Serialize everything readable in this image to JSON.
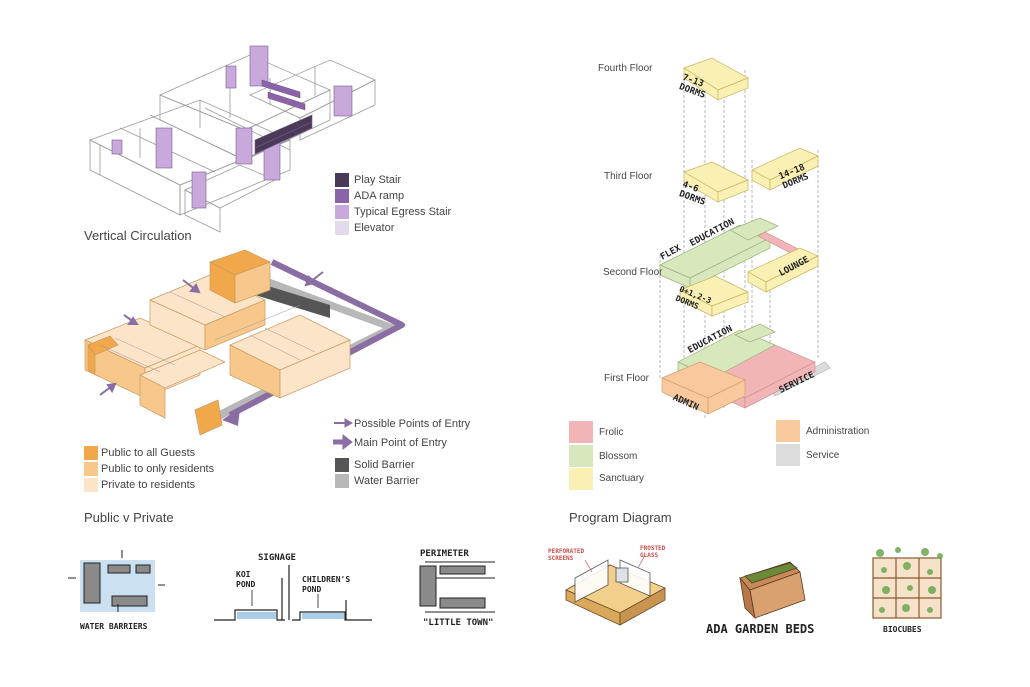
{
  "colors": {
    "play_stair": "#4a3a57",
    "ada_ramp": "#8a63a8",
    "egress_stair": "#c9a8dc",
    "elevator": "#e4daee",
    "public_all": "#f0a84b",
    "public_residents": "#f7c78b",
    "private_residents": "#fbe4c8",
    "entry_arrow": "#8a6ea3",
    "solid_barrier": "#555555",
    "water_barrier": "#b8b8b8",
    "frolic": "#f1b5b8",
    "blossom": "#d7e8bc",
    "sanctuary": "#fbf0b3",
    "administration": "#f7c99c",
    "service": "#dcdcdc",
    "hand_red": "#d24b4b",
    "water_blue": "#a9cde8"
  },
  "vertical": {
    "caption": "Vertical Circulation",
    "legend": [
      "Play Stair",
      "ADA ramp",
      "Typical Egress Stair",
      "Elevator"
    ]
  },
  "publicprivate": {
    "caption": "Public v Private",
    "legend_left": [
      "Public to all Guests",
      "Public to only residents",
      "Private to residents"
    ],
    "legend_right": [
      "Possible Points of Entry",
      "Main Point of Entry",
      "Solid Barrier",
      "Water Barrier"
    ]
  },
  "program": {
    "caption": "Program Diagram",
    "floors": [
      "Fourth Floor",
      "Third Floor",
      "Second Floor",
      "First Floor"
    ],
    "labels": {
      "dorms_7_13": "7-13 DORMS",
      "dorms_4_6": "4-6 DORMS",
      "dorms_14_18": "14-18 DORMS",
      "flex": "FLEX",
      "education2": "EDUCATION",
      "lounge": "LOUNGE",
      "dorms_0_3": "0+1,2-3 DORMS",
      "education1": "EDUCATION",
      "admin": "ADMIN",
      "service": "SERVICE"
    },
    "legend_left": [
      "Frolic",
      "Blossom",
      "Sanctuary"
    ],
    "legend_right": [
      "Administration",
      "Service"
    ]
  },
  "sketches": {
    "water_barriers": "WATER BARRIERS",
    "signage": "SIGNAGE",
    "koi_pond": "KOI POND",
    "childrens_pond": "CHILDREN'S POND",
    "perimeter": "PERIMETER",
    "little_town": "\"LITTLE TOWN\"",
    "perforated_screens": "PERFORATED SCREENS",
    "frosted_glass": "FROSTED GLASS",
    "ada_garden_beds": "ADA GARDEN BEDS",
    "biocubes": "BIOCUBES"
  }
}
